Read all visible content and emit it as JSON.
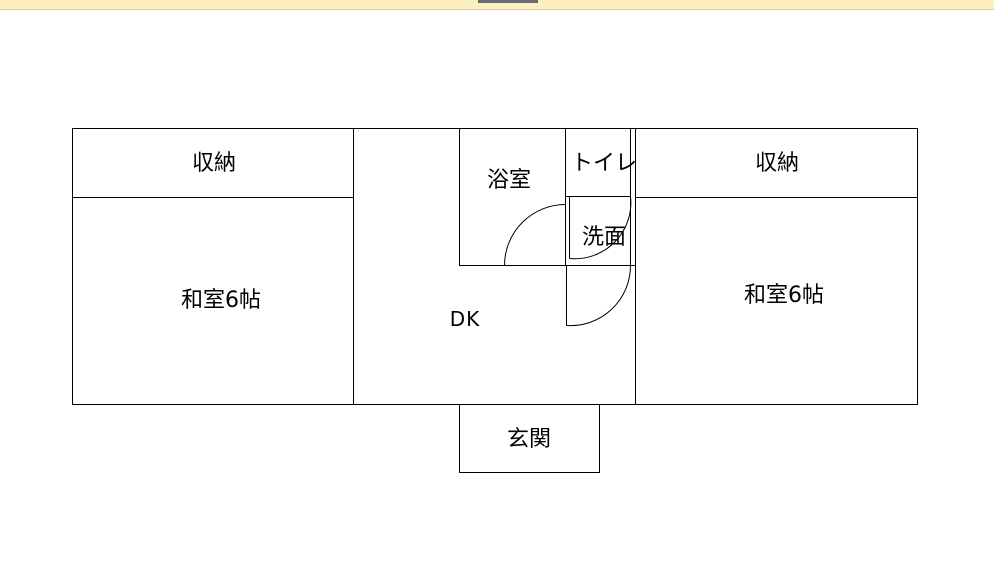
{
  "floorplan": {
    "rooms": {
      "storage_left": "収納",
      "tatami_left": "和室6帖",
      "dk": "DK",
      "bath": "浴室",
      "toilet": "トイレ",
      "washroom": "洗面",
      "storage_right": "収納",
      "tatami_right": "和室6帖",
      "entrance": "玄関"
    }
  },
  "colors": {
    "header_bar": "#fcefc0",
    "lines": "#000000",
    "background": "#ffffff"
  }
}
